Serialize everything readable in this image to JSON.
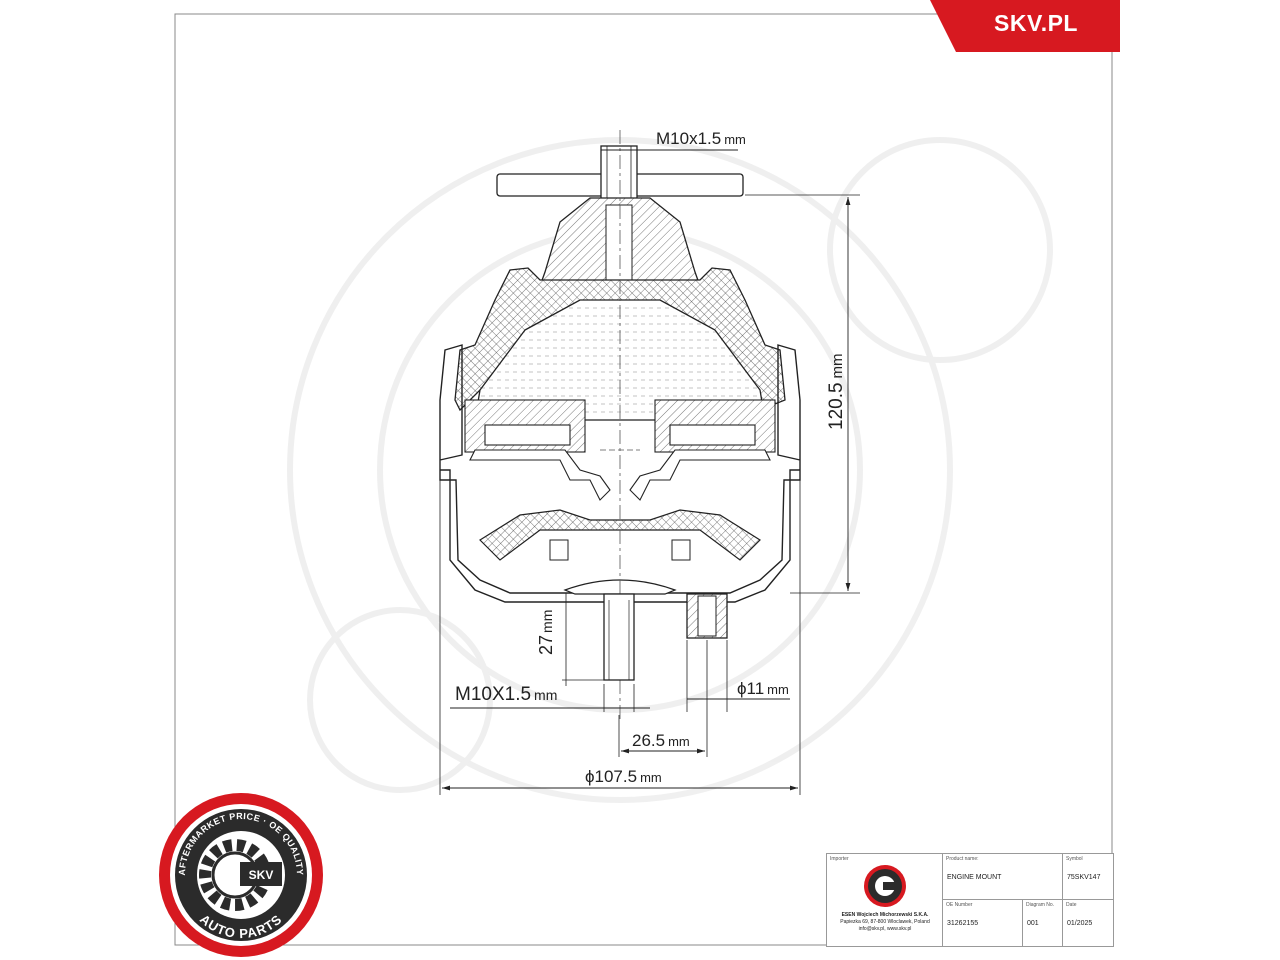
{
  "brand": {
    "name": "SKV.PL",
    "accent_color": "#d71920"
  },
  "dimensions": {
    "top_thread": "M10x1.5",
    "top_thread_unit": "mm",
    "height": "120.5",
    "height_unit": "mm",
    "stud_length": "27",
    "stud_length_unit": "mm",
    "bottom_thread": "M10X1.5",
    "bottom_thread_unit": "mm",
    "pin_diameter": "ϕ11",
    "pin_diameter_unit": "mm",
    "offset": "26.5",
    "offset_unit": "mm",
    "base_diameter": "ϕ107.5",
    "base_diameter_unit": "mm"
  },
  "badge": {
    "ring_text": "AFTERMARKET PRICE · OE QUALITY",
    "bottom_text": "AUTO PARTS",
    "center_text": "SKV"
  },
  "title_block": {
    "importer_label": "Importer",
    "importer_name": "ESEN Wojciech Michorzewski S.K.A.",
    "importer_address": "Papiezka 69, 87-800 Wloclawek, Poland",
    "importer_contact": "info@skv.pl, www.skv.pl",
    "product_name_label": "Product name:",
    "product_name": "ENGINE MOUNT",
    "symbol_label": "Symbol",
    "symbol": "75SKV147",
    "oe_number_label": "OE Number",
    "oe_number": "31262155",
    "diagram_no_label": "Diagram No.",
    "diagram_no": "001",
    "date_label": "Date",
    "date": "01/2025"
  }
}
